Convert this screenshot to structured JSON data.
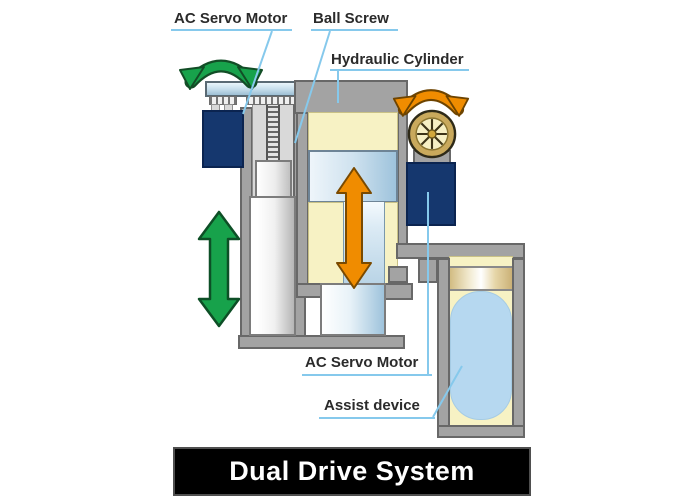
{
  "labels": {
    "ac_servo_top": "AC Servo Motor",
    "ball_screw": "Ball Screw",
    "hydraulic_cylinder": "Hydraulic Cylinder",
    "ac_servo_bottom": "AC Servo Motor",
    "assist_device": "Assist device"
  },
  "banner": {
    "text": "Dual Drive System"
  },
  "colors": {
    "motor_navy": "#15376e",
    "structure_gray": "#a3a3a3",
    "structure_border": "#686868",
    "fluid_cream": "#f7f2c4",
    "piston_blue": "#9ec3dc",
    "assist_fluid_blue": "#b6d8f0",
    "arrow_green": "#17a24b",
    "arrow_orange": "#f08c00",
    "leader_blue": "#86c9ec",
    "banner_bg": "#000000",
    "banner_fg": "#ffffff"
  }
}
